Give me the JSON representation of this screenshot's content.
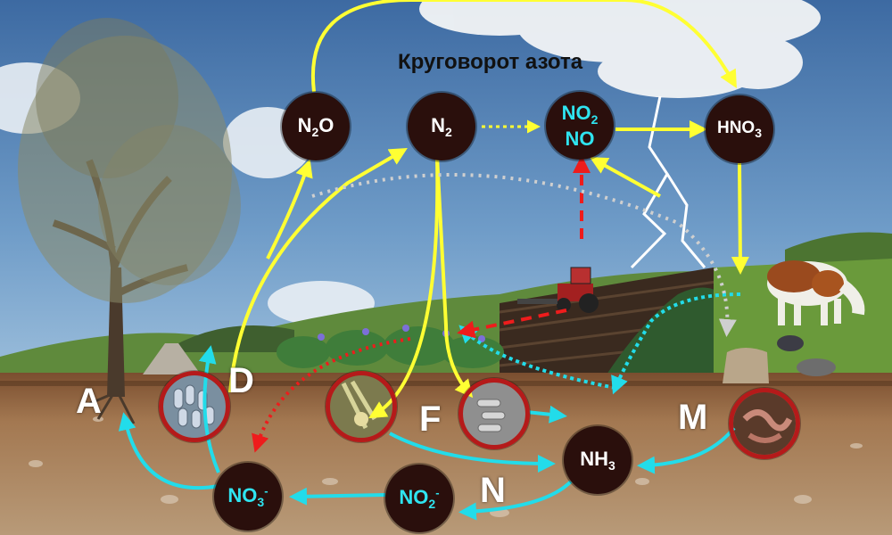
{
  "title": "Круговорот азота",
  "nodes": {
    "n2o": {
      "main": "N",
      "sub": "2",
      "tail": "O"
    },
    "n2": {
      "main": "N",
      "sub": "2"
    },
    "no2": {
      "main": "NO",
      "sub": "2"
    },
    "no": {
      "main": "NO"
    },
    "hno3": {
      "main": "HNO",
      "sub": "3"
    },
    "nh3": {
      "main": "NH",
      "sub": "3"
    },
    "no2minus": {
      "main": "NO",
      "sub": "2",
      "sup": "-"
    },
    "no3minus": {
      "main": "NO",
      "sub": "3",
      "sup": "-"
    }
  },
  "letters": {
    "a": "A",
    "d": "D",
    "f": "F",
    "m": "M",
    "n": "N"
  },
  "colors": {
    "arrow_yellow": "#ffff33",
    "arrow_cyan": "#22dcea",
    "arrow_red": "#ee1c1c",
    "node_fill": "#2a0f0c",
    "organism_ring": "#b51a1a"
  },
  "icons": [
    "tree-icon",
    "cloud-icon",
    "lightning-icon",
    "tractor-icon",
    "cow-icon",
    "bacteria-icon",
    "root-nodule-icon",
    "worm-icon"
  ]
}
